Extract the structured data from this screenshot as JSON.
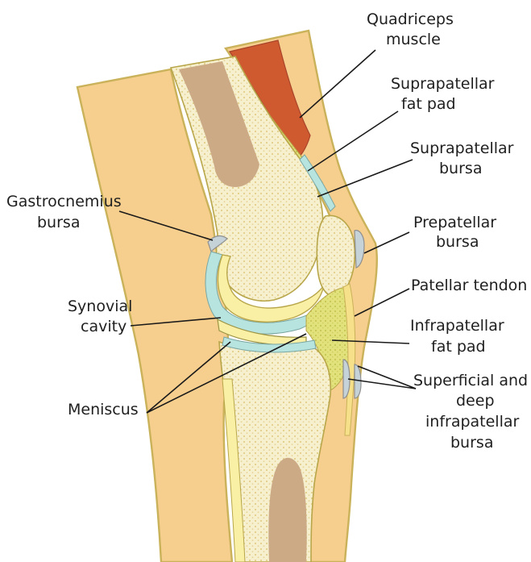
{
  "diagram": {
    "labels": {
      "quadriceps_1": "Quadriceps",
      "quadriceps_2": "muscle",
      "suprapatellar_fat_1": "Suprapatellar",
      "suprapatellar_fat_2": "fat pad",
      "suprapatellar_bursa_1": "Suprapatellar",
      "suprapatellar_bursa_2": "bursa",
      "gastrocnemius_1": "Gastrocnemius",
      "gastrocnemius_2": "bursa",
      "prepatellar_1": "Prepatellar",
      "prepatellar_2": "bursa",
      "patellar_tendon": "Patellar tendon",
      "synovial_1": "Synovial",
      "synovial_2": "cavity",
      "infrapatellar_fat_1": "Infrapatellar",
      "infrapatellar_fat_2": "fat pad",
      "meniscus": "Meniscus",
      "superficial_1": "Superficial and",
      "superficial_2": "deep",
      "superficial_3": "infrapatellar",
      "superficial_4": "bursa"
    },
    "colors": {
      "soft_tissue": "#f6ce8d",
      "soft_tissue_outline": "#c9b25a",
      "bone_shaft": "#ccaa86",
      "cancellous_bone": "#f6f0cf",
      "bone_dots": "#e3cf8a",
      "cartilage": "#f9f0a6",
      "cartilage_outline": "#b8a64a",
      "synovial_fluid": "#b8e4e0",
      "fat_pad": "#e2e27c",
      "muscle": "#cf5a30",
      "bursa": "#c5d3d9",
      "leader_line": "#1a1a1a"
    }
  }
}
